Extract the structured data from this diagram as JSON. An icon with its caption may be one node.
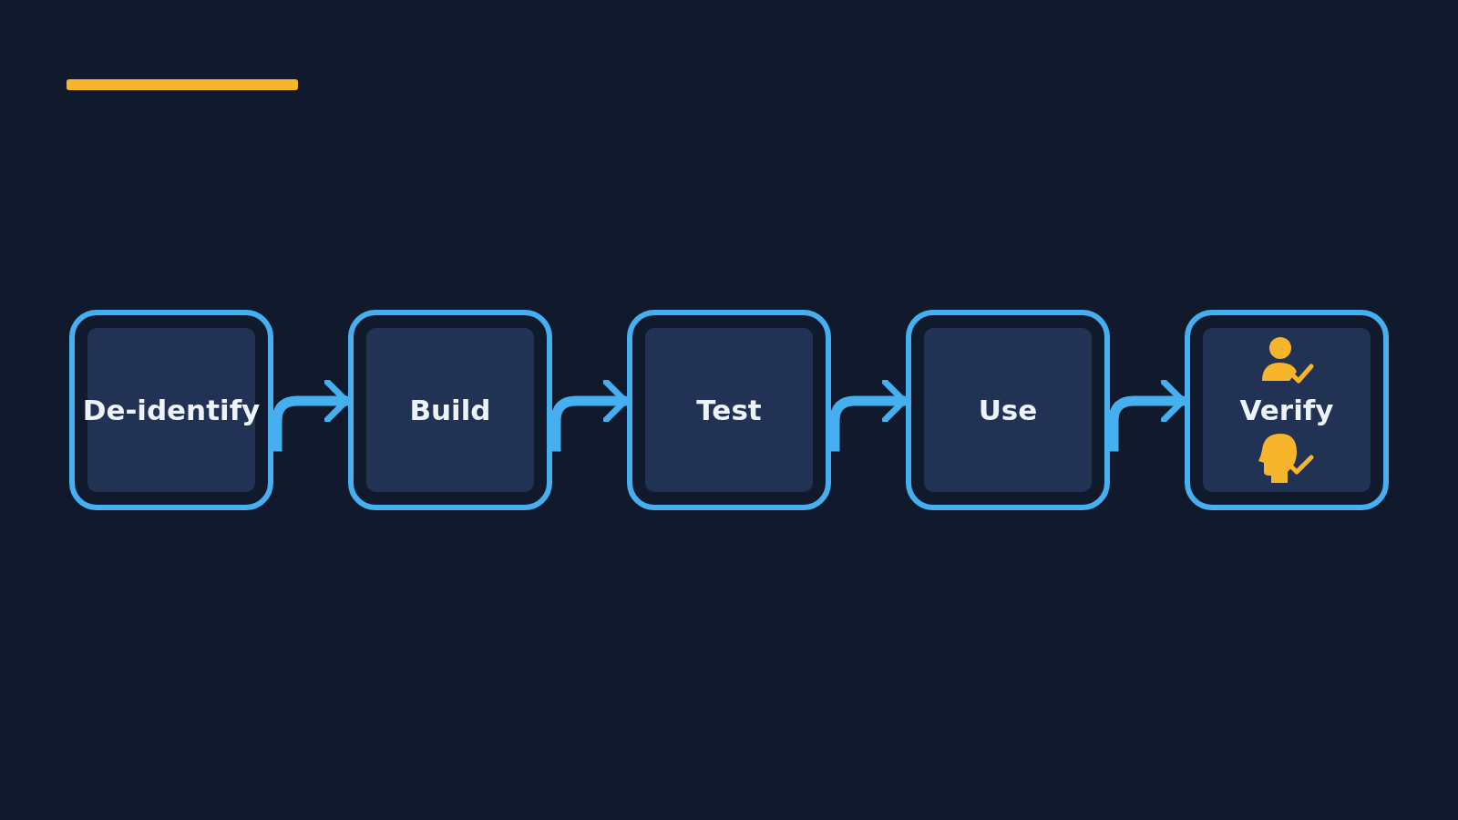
{
  "diagram": {
    "nodes": [
      {
        "text": [
          "De-identify"
        ]
      },
      {
        "text": [
          "Build"
        ]
      },
      {
        "text": [
          "Test"
        ]
      },
      {
        "text": [
          "Use"
        ]
      },
      {
        "text": [
          "Verify"
        ]
      }
    ],
    "edges": [
      {
        "from": 0,
        "to": 1,
        "arrow": "to"
      },
      {
        "from": 1,
        "to": 2,
        "arrow": "to"
      },
      {
        "from": 2,
        "to": 3,
        "arrow": "to"
      },
      {
        "from": 3,
        "to": 4,
        "arrow": "to"
      }
    ]
  }
}
